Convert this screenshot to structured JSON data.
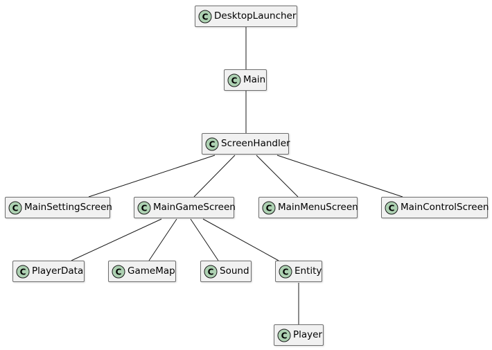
{
  "diagram": {
    "stereotype_letter": "C",
    "colors": {
      "class_icon_fill": "#ADD1B2",
      "class_icon_stroke": "#181818",
      "node_fill": "#F1F1F1",
      "node_border": "#6E6E6E",
      "edge": "#181818"
    },
    "classes": {
      "desktop_launcher": "DesktopLauncher",
      "main": "Main",
      "screen_handler": "ScreenHandler",
      "main_setting_screen": "MainSettingScreen",
      "main_game_screen": "MainGameScreen",
      "main_menu_screen": "MainMenuScreen",
      "main_control_screen": "MainControlScreen",
      "player_data": "PlayerData",
      "game_map": "GameMap",
      "sound": "Sound",
      "entity": "Entity",
      "player": "Player"
    },
    "relations": [
      [
        "DesktopLauncher",
        "Main"
      ],
      [
        "Main",
        "ScreenHandler"
      ],
      [
        "ScreenHandler",
        "MainSettingScreen"
      ],
      [
        "ScreenHandler",
        "MainGameScreen"
      ],
      [
        "ScreenHandler",
        "MainMenuScreen"
      ],
      [
        "ScreenHandler",
        "MainControlScreen"
      ],
      [
        "MainGameScreen",
        "PlayerData"
      ],
      [
        "MainGameScreen",
        "GameMap"
      ],
      [
        "MainGameScreen",
        "Sound"
      ],
      [
        "MainGameScreen",
        "Entity"
      ],
      [
        "Entity",
        "Player"
      ]
    ]
  }
}
